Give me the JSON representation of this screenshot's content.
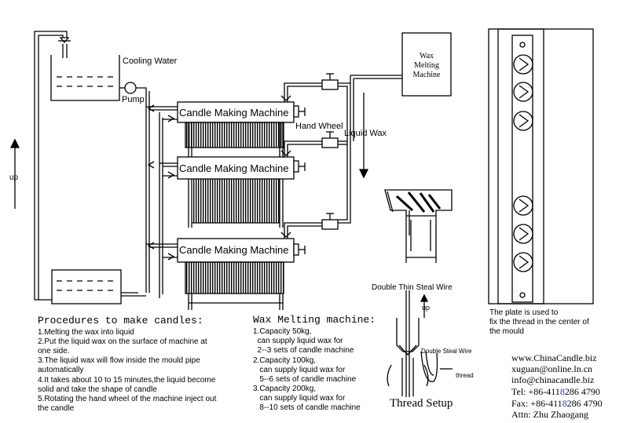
{
  "labels": {
    "cooling_water": "Cooling Water",
    "pump": "Pump",
    "hand_wheel": "Hand Wheel",
    "liquid_wax": "Liquid Wax",
    "up_left": "up",
    "wax_melting_box": [
      "Wax",
      "Melting",
      "Machine"
    ],
    "machine_1": "Candle Making Machine",
    "machine_2": "Candle Making Machine",
    "machine_3": "Candle Making Machine",
    "double_thin_wire": "Double Thin Steal Wire",
    "up_thread": "up",
    "double_steal_wire": "Double Steal Wire",
    "thread": "thread",
    "thread_setup": "Thread Setup",
    "plate_note": [
      "The plate is used to",
      "fix the thread in the center of",
      "the mould"
    ]
  },
  "procedures": {
    "title": "Procedures to make candles:",
    "lines": [
      "1.Melting the wax into liquid",
      "2.Put the liquid wax on the surface of machine at",
      "one side.",
      "3.The liquid wax will flow inside the mould pipe",
      "automatically",
      "4.It takes about 10 to 15 minutes,the liquid become",
      "solid and take the shape of candle",
      "5.Rotating the hand wheel of the machine inject out",
      "the candle"
    ]
  },
  "wax_melting": {
    "title": "Wax Melting machine:",
    "lines": [
      "1.Capacity 50kg,",
      "  can supply liquid wax for",
      "  2--3 sets of candle machine",
      "2.Capacity 100kg,",
      "   can supply liquid wax for",
      "   5--6 sets of candle machine",
      "3.Capacity 200kg,",
      "   can supply liquid wax for",
      "   8--10 sets of candle machine"
    ]
  },
  "contact": {
    "website": "www.ChinaCandle.biz",
    "email1": "xuguan@online.ln.cn",
    "email2": "info@chinacandle.biz",
    "tel_prefix": "Tel: +86-411",
    "tel_overlay": "8",
    "tel_suffix": "286 4790",
    "fax_prefix": "Fax: +86-411",
    "fax_overlay": "8",
    "fax_suffix": "286 4790",
    "attn": "Attn: Zhu Zhaogang"
  },
  "colors": {
    "line": "#000000",
    "overlay_digit": "#1a3fbf"
  }
}
